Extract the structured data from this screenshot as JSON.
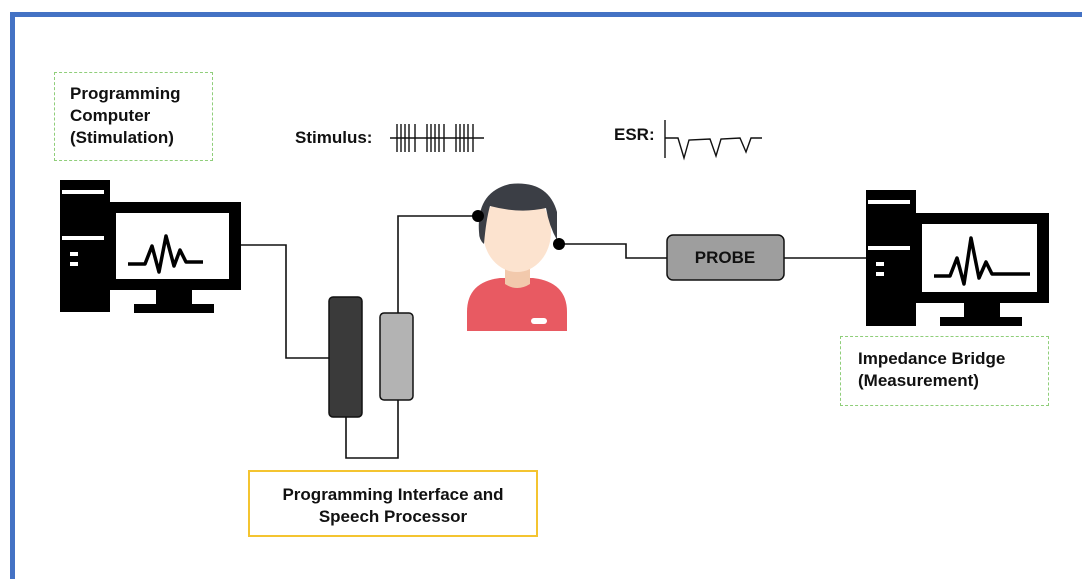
{
  "labels": {
    "programming_computer": [
      "Programming",
      "Computer",
      "(Stimulation)"
    ],
    "impedance_bridge": [
      "Impedance Bridge",
      "(Measurement)"
    ],
    "interface": [
      "Programming Interface and",
      "Speech Processor"
    ],
    "stimulus": "Stimulus:",
    "esr": "ESR:",
    "probe": "PROBE"
  },
  "colors": {
    "frame": "#4472c4",
    "label_dashed_border": "#8fce7a",
    "interface_border": "#f4c430",
    "device_dark": "#3a3a3a",
    "device_light": "#b3b3b3",
    "probe_fill": "#9e9e9e",
    "person_shirt": "#e85a62",
    "person_skin": "#fce3cf",
    "person_hair": "#3b3e45"
  },
  "icons": [
    "computer-icon",
    "person-icon",
    "stimulus-waveform-icon",
    "esr-waveform-icon"
  ]
}
